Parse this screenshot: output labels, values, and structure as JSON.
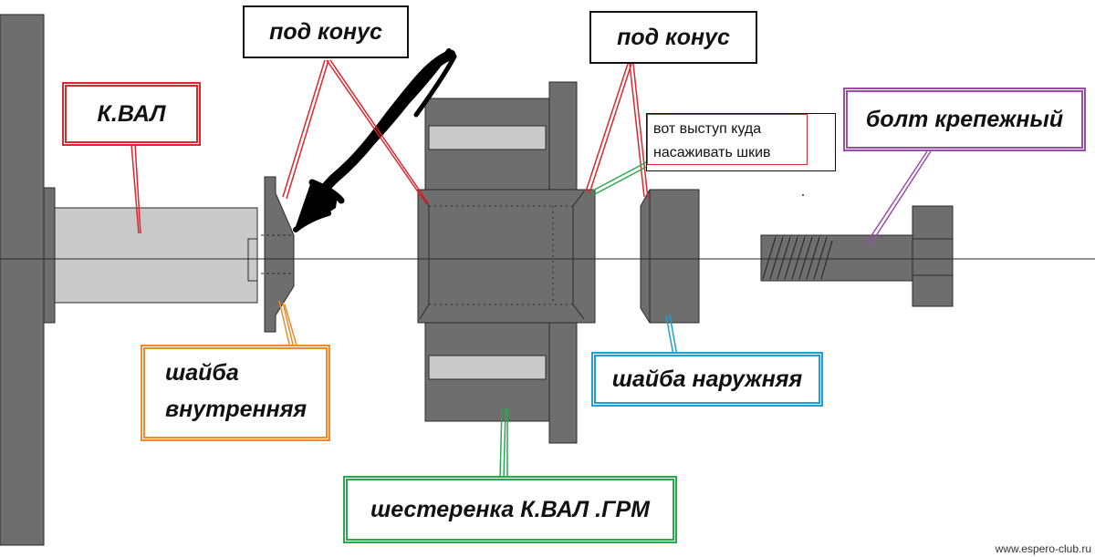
{
  "labels": {
    "top_cone_left": "под конус",
    "top_cone_right": "под конус",
    "crankshaft": "К.ВАЛ",
    "washer_inner_line1": "шайба",
    "washer_inner_line2": "внутренняя",
    "washer_outer": "шайба наружняя",
    "gear": "шестеренка К.ВАЛ .ГРМ",
    "bolt": "болт крепежный",
    "note_line1": "вот выступ куда",
    "note_line2": "насаживать шкив"
  },
  "watermark": "www.espero-club.ru",
  "colors": {
    "part_dark": "#6e6e6e",
    "part_light": "#c9c9c9",
    "outline": "#2a2a2a",
    "red": "#e0262c",
    "orange": "#f08a2a",
    "blue": "#1aa0dc",
    "green": "#2aa84e",
    "purple": "#9b4dab"
  }
}
